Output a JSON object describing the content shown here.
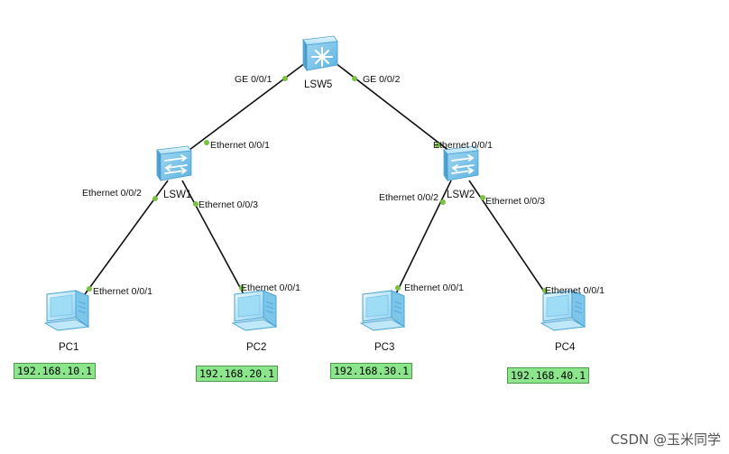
{
  "colors": {
    "link": "#111111",
    "port_dot": "#7bc142",
    "ip_bg": "#8be58b",
    "device": "#6bbbe6",
    "device_light": "#cdeefb"
  },
  "nodes": {
    "lsw5": {
      "label": "LSW5",
      "icon": "core-switch-icon"
    },
    "lsw1": {
      "label": "LSW1",
      "icon": "switch-icon"
    },
    "lsw2": {
      "label": "LSW2",
      "icon": "switch-icon"
    },
    "pc1": {
      "label": "PC1",
      "icon": "pc-icon"
    },
    "pc2": {
      "label": "PC2",
      "icon": "pc-icon"
    },
    "pc3": {
      "label": "PC3",
      "icon": "pc-icon"
    },
    "pc4": {
      "label": "PC4",
      "icon": "pc-icon"
    }
  },
  "ports": {
    "lsw5_left": "GE 0/0/1",
    "lsw5_right": "GE 0/0/2",
    "lsw1_up": "Ethernet 0/0/1",
    "lsw1_left": "Ethernet 0/0/2",
    "lsw1_right": "Ethernet 0/0/3",
    "lsw2_up": "Ethernet 0/0/1",
    "lsw2_left": "Ethernet 0/0/2",
    "lsw2_right": "Ethernet 0/0/3",
    "pc1_port": "Ethernet 0/0/1",
    "pc2_port": "Ethernet 0/0/1",
    "pc3_port": "Ethernet 0/0/1",
    "pc4_port": "Ethernet 0/0/1"
  },
  "ips": {
    "pc1": "192.168.10.1",
    "pc2": "192.168.20.1",
    "pc3": "192.168.30.1",
    "pc4": "192.168.40.1"
  },
  "watermark": "CSDN @玉米同学"
}
